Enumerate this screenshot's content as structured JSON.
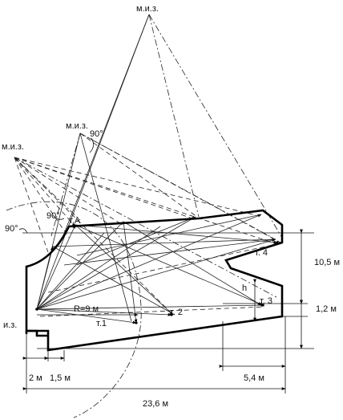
{
  "labels": {
    "source_main": "и.з.",
    "image_top": "м.и.з.",
    "image_mid": "м.и.з.",
    "image_left": "м.и.з.",
    "angle_mid": "90°",
    "angle_inner": "90°",
    "angle_left": "90°",
    "point_a": "т.А",
    "point_1": "т.1",
    "point_2": "т. 2",
    "point_3": "т. 3",
    "point_4": "т. 4",
    "radius": "R=9 м",
    "height_marker": "h"
  },
  "dimensions": {
    "d_2": "2 м",
    "d_1_5": "1,5 м",
    "d_5_4": "5,4 м",
    "d_23_6": "23,6 м",
    "d_10_5": "10,5 м",
    "d_1_2": "1,2 м"
  }
}
